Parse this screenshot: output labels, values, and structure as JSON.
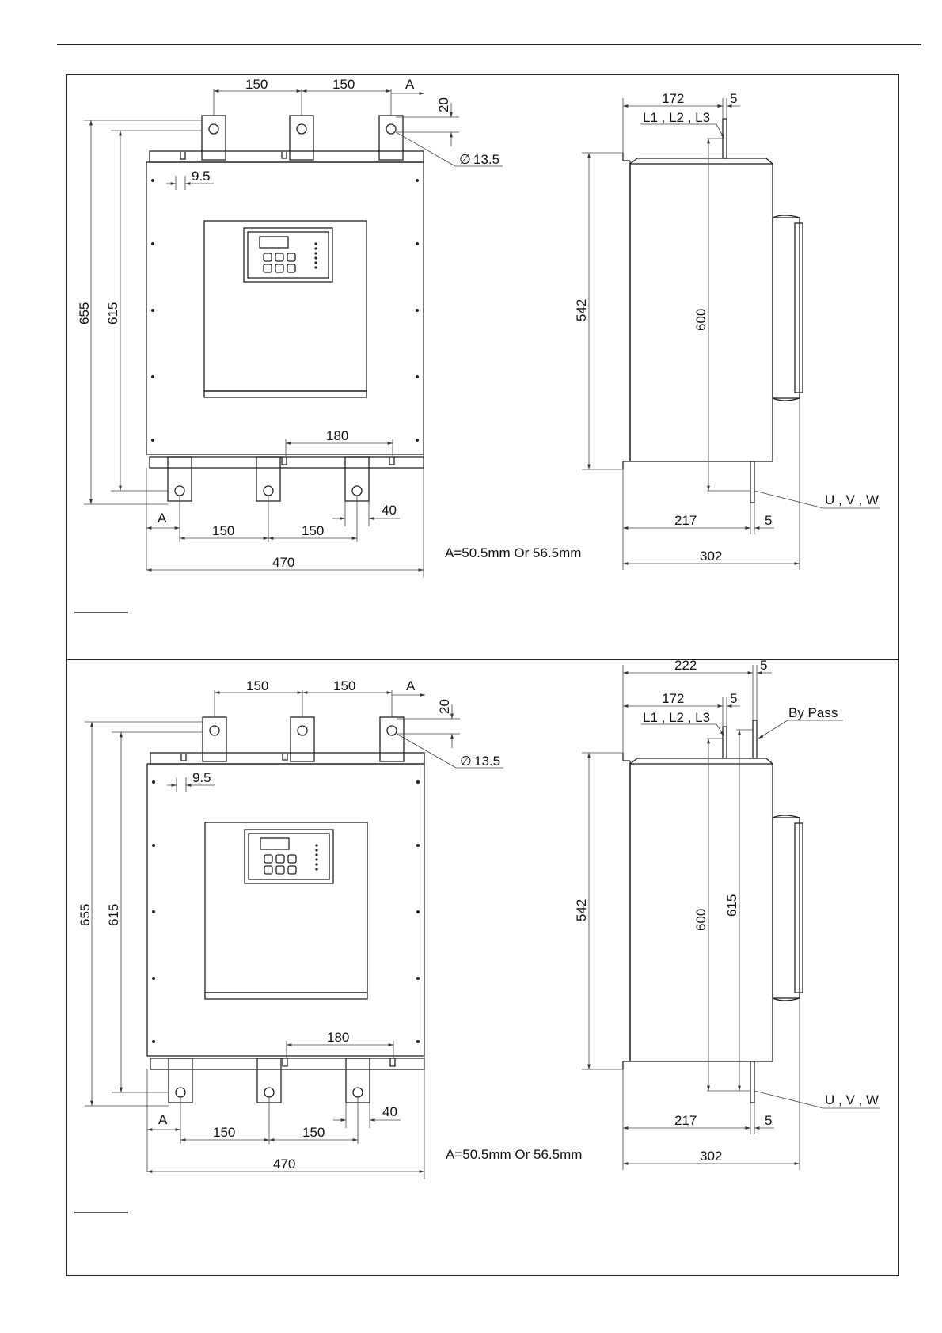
{
  "drawing_1": {
    "front": {
      "d150a": "150",
      "d150b": "150",
      "a_top": "A",
      "d20": "20",
      "hole": "13.5",
      "d95": "9.5",
      "d655": "655",
      "d615": "615",
      "d180": "180",
      "a_bottom": "A",
      "d150c": "150",
      "d150d": "150",
      "d40": "40",
      "d470": "470",
      "note": "A=50.5mm Or 56.5mm"
    },
    "side": {
      "d172": "172",
      "d5top": "5",
      "terminals_in": "L1 , L2 , L3",
      "d542": "542",
      "d600": "600",
      "terminals_out": "U , V , W",
      "d217": "217",
      "d5bot": "5",
      "d302": "302"
    }
  },
  "drawing_2": {
    "front": {
      "d150a": "150",
      "d150b": "150",
      "a_top": "A",
      "d20": "20",
      "hole": "13.5",
      "d95": "9.5",
      "d655": "655",
      "d615": "615",
      "d180": "180",
      "a_bottom": "A",
      "d150c": "150",
      "d150d": "150",
      "d40": "40",
      "d470": "470",
      "note": "A=50.5mm Or 56.5mm"
    },
    "side": {
      "d222": "222",
      "d5a": "5",
      "d172": "172",
      "d5b": "5",
      "terminals_in": "L1 , L2 , L3",
      "bypass": "By Pass",
      "d542": "542",
      "d600": "600",
      "d615": "615",
      "terminals_out": "U , V , W",
      "d217": "217",
      "d5bot": "5",
      "d302": "302"
    }
  }
}
